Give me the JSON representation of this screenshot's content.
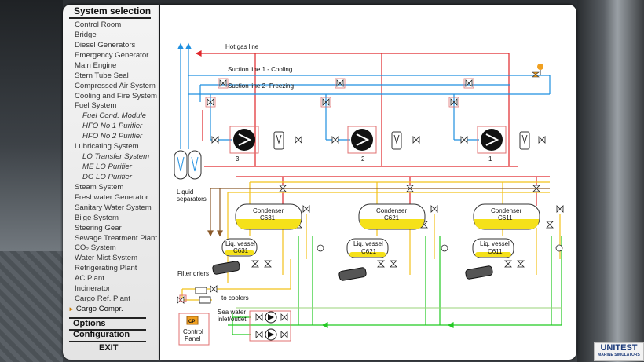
{
  "menu": {
    "title": "System selection",
    "items": [
      {
        "label": "Control Room",
        "sub": false
      },
      {
        "label": "Bridge",
        "sub": false
      },
      {
        "label": "Diesel Generators",
        "sub": false
      },
      {
        "label": "Emergency Generator",
        "sub": false
      },
      {
        "label": "Main Engine",
        "sub": false
      },
      {
        "label": "Stern Tube Seal",
        "sub": false
      },
      {
        "label": "Compressed Air System",
        "sub": false
      },
      {
        "label": "Cooling and Fire System",
        "sub": false
      },
      {
        "label": "Fuel System",
        "sub": false
      },
      {
        "label": "Fuel Cond. Module",
        "sub": true
      },
      {
        "label": "HFO No 1 Purifier",
        "sub": true
      },
      {
        "label": "HFO No 2 Purifier",
        "sub": true
      },
      {
        "label": "Lubricating System",
        "sub": false
      },
      {
        "label": "LO Transfer System",
        "sub": true
      },
      {
        "label": "ME LO Purifier",
        "sub": true
      },
      {
        "label": "DG LO Purifier",
        "sub": true
      },
      {
        "label": "Steam System",
        "sub": false
      },
      {
        "label": "Freshwater Generator",
        "sub": false
      },
      {
        "label": "Sanitary Water System",
        "sub": false
      },
      {
        "label": "Bilge System",
        "sub": false
      },
      {
        "label": "Steering Gear",
        "sub": false
      },
      {
        "label": "Sewage Treatment Plant",
        "sub": false
      },
      {
        "label": "CO₂  System",
        "sub": false
      },
      {
        "label": "Water Mist System",
        "sub": false
      },
      {
        "label": "Refrigerating Plant",
        "sub": false
      },
      {
        "label": "AC Plant",
        "sub": false
      },
      {
        "label": "Incinerator",
        "sub": false
      },
      {
        "label": "Cargo Ref. Plant",
        "sub": false
      },
      {
        "label": "Cargo Compr.",
        "sub": false,
        "active": true
      }
    ],
    "options_label": "Options",
    "configuration_label": "Configuration",
    "exit_label": "EXIT"
  },
  "diagram": {
    "hot_gas_line": "Hot gas line",
    "suction_cooling": "Suction line 1 - Cooling",
    "suction_freezing": "Suction line 2- Freezing",
    "liquid_separators": [
      "Liquid",
      "separators"
    ],
    "compressors": [
      "3",
      "2",
      "1"
    ],
    "condensers": [
      {
        "line1": "Condenser",
        "line2": "C631"
      },
      {
        "line1": "Condenser",
        "line2": "C621"
      },
      {
        "line1": "Condenser",
        "line2": "C611"
      }
    ],
    "liq_vessels": [
      {
        "line1": "Liq. vessel",
        "line2": "C631"
      },
      {
        "line1": "Liq. vessel",
        "line2": "C621"
      },
      {
        "line1": "Liq. vessel",
        "line2": "C611"
      }
    ],
    "filter_driers": "Filter driers",
    "to_coolers": "to coolers",
    "sea_water": [
      "Sea water",
      "inlet/outlet"
    ],
    "control_panel": {
      "badge": "CP",
      "line1": "Control",
      "line2": "Panel"
    }
  },
  "logo": {
    "name": "UNITEST",
    "tagline": "MARINE SIMULATORS"
  },
  "colors": {
    "hot_gas": "#e0262a",
    "suction": "#1e8fe0",
    "liquid": "#f2c21a",
    "brown": "#8a5a2b",
    "sea_water": "#22c922",
    "condenser_fill": "#f5e11a"
  }
}
